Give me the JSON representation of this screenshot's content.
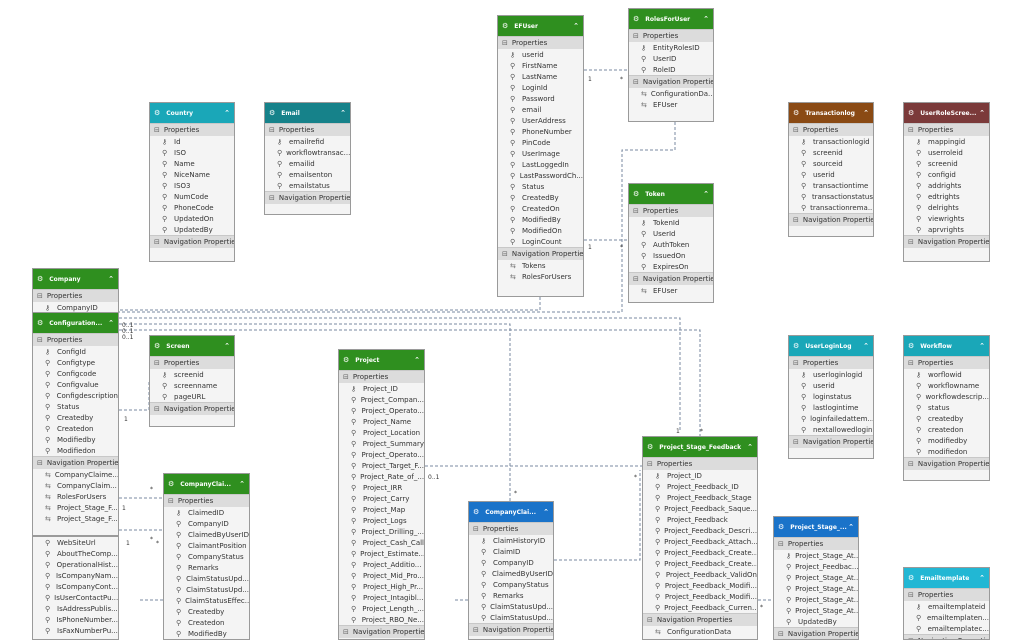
{
  "colors": {
    "green": "#2f8f1f",
    "teal": "#1aa7b8",
    "darkteal": "#16828a",
    "blue": "#1a73c9",
    "brown": "#8a4a14",
    "maroon": "#7b3a3a",
    "sky": "#22b7d4"
  },
  "sections": {
    "properties": "Properties",
    "navigation": "Navigation Properties"
  },
  "entities": [
    {
      "title": "EFUser",
      "color": "green",
      "props": [
        "userid",
        "FirstName",
        "LastName",
        "LoginId",
        "Password",
        "email",
        "UserAddress",
        "PhoneNumber",
        "PinCode",
        "UserImage",
        "LastLoggedIn",
        "LastPasswordCh...",
        "Status",
        "CreatedBy",
        "CreatedOn",
        "ModifiedBy",
        "ModifiedOn",
        "LoginCount"
      ],
      "nav": [
        "Tokens",
        "RolesForUsers"
      ]
    },
    {
      "title": "RolesForUser",
      "color": "green",
      "props": [
        "EntityRolesID",
        "UserID",
        "RoleID"
      ],
      "nav": [
        "ConfigurationDa...",
        "EFUser"
      ]
    },
    {
      "title": "Token",
      "color": "green",
      "props": [
        "TokenId",
        "UserId",
        "AuthToken",
        "IssuedOn",
        "ExpiresOn"
      ],
      "nav": [
        "EFUser"
      ]
    },
    {
      "title": "Country",
      "color": "teal",
      "props": [
        "Id",
        "ISO",
        "Name",
        "NiceName",
        "ISO3",
        "NumCode",
        "PhoneCode",
        "UpdatedOn",
        "UpdatedBy"
      ],
      "nav": []
    },
    {
      "title": "Email",
      "color": "darkteal",
      "props": [
        "emailrefid",
        "workflowtransac...",
        "emailid",
        "emailsenton",
        "emailstatus"
      ],
      "nav": []
    },
    {
      "title": "Transactionlog",
      "color": "brown",
      "props": [
        "transactionlogid",
        "screenid",
        "sourceid",
        "userid",
        "transactiontime",
        "transactionstatus",
        "transactionrema..."
      ],
      "nav": []
    },
    {
      "title": "UserRoleScree...",
      "color": "maroon",
      "props": [
        "mappingid",
        "userroleid",
        "screenid",
        "configid",
        "addrights",
        "edtrights",
        "delrights",
        "viewrights",
        "aprvrights"
      ],
      "nav": []
    },
    {
      "title": "Company",
      "color": "green",
      "props": [
        "CompanyID"
      ],
      "nav": []
    },
    {
      "title": "Configuration...",
      "color": "green",
      "props": [
        "ConfigId",
        "Configtype",
        "Configcode",
        "Configvalue",
        "Configdescription",
        "Status",
        "Createdby",
        "Createdon",
        "Modifiedby",
        "Modifiedon"
      ],
      "nav": [
        "CompanyClaime...",
        "CompanyClaim...",
        "RolesForUsers",
        "Project_Stage_F...",
        "Project_Stage_F..."
      ]
    },
    {
      "title": "",
      "color": "green",
      "props": [
        "WebSiteUrl",
        "AboutTheComp...",
        "OperationalHist...",
        "IsCompanyNam...",
        "IsCompanyCont...",
        "IsUserContactPu...",
        "IsAddressPublis...",
        "IsPhoneNumber...",
        "IsFaxNumberPu..."
      ],
      "nav": []
    },
    {
      "title": "Screen",
      "color": "green",
      "props": [
        "screenid",
        "screenname",
        "pageURL"
      ],
      "nav": []
    },
    {
      "title": "CompanyClai...",
      "color": "green",
      "props": [
        "ClaimedID",
        "CompanyID",
        "ClaimedByUserID",
        "ClaimantPosition",
        "CompanyStatus",
        "Remarks",
        "ClaimStatusUpd...",
        "ClaimStatusUpd...",
        "ClaimStatusEffec...",
        "Createdby",
        "Createdon",
        "ModifiedBy"
      ],
      "nav": []
    },
    {
      "title": "Project",
      "color": "green",
      "props": [
        "Project_ID",
        "Project_Compan...",
        "Project_Operato...",
        "Project_Name",
        "Project_Location",
        "Project_Summary",
        "Project_Operato...",
        "Project_Target_F...",
        "Project_Rate_of_...",
        "Project_IRR",
        "Project_Carry",
        "Project_Map",
        "Project_Logs",
        "Project_Drilling_...",
        "Project_Cash_Call",
        "Project_Estimate...",
        "Project_Additio...",
        "Project_Mid_Pro...",
        "Project_High_Pr...",
        "Project_Intagibl...",
        "Project_Length_...",
        "Project_RBO_Ne..."
      ],
      "nav": []
    },
    {
      "title": "CompanyClai...",
      "color": "blue",
      "props": [
        "ClaimHistoryID",
        "ClaimID",
        "CompanyID",
        "ClaimedByUserID",
        "CompanyStatus",
        "Remarks",
        "ClaimStatusUpd...",
        "ClaimStatusUpd..."
      ],
      "nav": []
    },
    {
      "title": "Project_Stage_Feedback",
      "color": "green",
      "props": [
        "Project_ID",
        "Project_Feedback_ID",
        "Project_Feedback_Stage",
        "Project_Feedback_Saque...",
        "Project_Feedback",
        "Project_Feedback_Descri...",
        "Project_Feedback_Attach...",
        "Project_Feedback_Create...",
        "Project_Feedback_Create...",
        "Project_Feedback_ValidOn",
        "Project_Feedback_Modifi...",
        "Project_Feedback_Modifi...",
        "Project_Feedback_Curren..."
      ],
      "nav": [
        "ConfigurationData"
      ]
    },
    {
      "title": "Project_Stage_...",
      "color": "blue",
      "props": [
        "Project_Stage_At...",
        "Project_Feedbac...",
        "Project_Stage_At...",
        "Project_Stage_At...",
        "Project_Stage_At...",
        "Project_Stage_At...",
        "UpdatedBy"
      ],
      "nav": []
    },
    {
      "title": "UserLoginLog",
      "color": "teal",
      "props": [
        "userloginlogid",
        "userid",
        "loginstatus",
        "lastlogintime",
        "loginfailedattem...",
        "nextallowedlogin"
      ],
      "nav": []
    },
    {
      "title": "Workflow",
      "color": "teal",
      "props": [
        "worflowid",
        "workflowname",
        "workflowdescrip...",
        "status",
        "createdby",
        "createdon",
        "modifiedby",
        "modifiedon"
      ],
      "nav": []
    },
    {
      "title": "Emailtemplate",
      "color": "sky",
      "props": [
        "emailtemplateid",
        "emailtemplaten...",
        "emailtemplatec..."
      ],
      "nav": []
    }
  ],
  "multiplicities": [
    "1",
    "*",
    "1",
    "*",
    "0..1",
    "0..1",
    "0..1",
    "1",
    "*",
    "1",
    "*",
    "0..1",
    "*",
    "*",
    "1",
    "*",
    "*",
    "1",
    "*"
  ]
}
